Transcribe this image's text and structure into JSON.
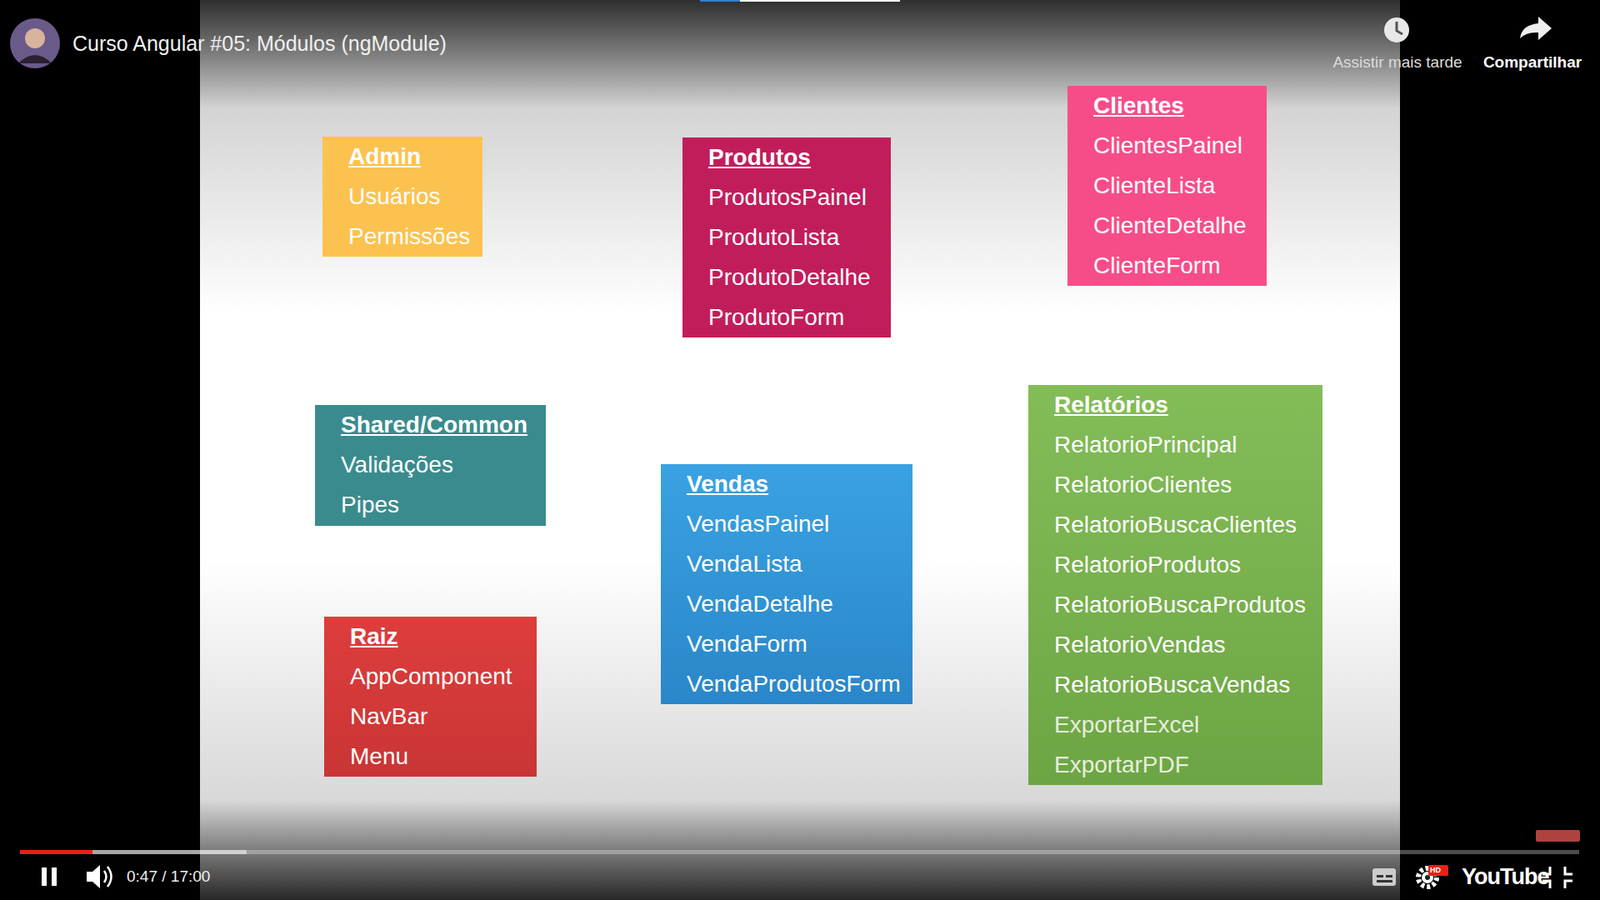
{
  "diagram": {
    "title": "Curso Angular #05: Módulos (ngModule)",
    "nodes": [
      {
        "text": [
          "Admin",
          "Usuários",
          "Permissões"
        ]
      },
      {
        "text": [
          "Produtos",
          "ProdutosPainel",
          "ProdutoLista",
          "ProdutoDetalhe",
          "ProdutoForm"
        ]
      },
      {
        "text": [
          "Clientes",
          "ClientesPainel",
          "ClienteLista",
          "ClienteDetalhe",
          "ClienteForm"
        ]
      },
      {
        "text": [
          "Shared/Common",
          "Validações",
          "Pipes"
        ]
      },
      {
        "text": [
          "Vendas",
          "VendasPainel",
          "VendaLista",
          "VendaDetalhe",
          "VendaForm",
          "VendaProdutosForm"
        ]
      },
      {
        "text": [
          "Relatórios",
          "RelatorioPrincipal",
          "RelatorioClientes",
          "RelatorioBuscaClientes",
          "RelatorioProdutos",
          "RelatorioBuscaProdutos",
          "RelatorioVendas",
          "RelatorioBuscaVendas",
          "ExportarExcel",
          "ExportarPDF"
        ]
      },
      {
        "text": [
          "Raiz",
          "AppComponent",
          "NavBar",
          "Menu"
        ]
      }
    ],
    "labels": [
      "Assistir mais tarde",
      "Compartilhar",
      "0:47 / 17:00",
      "HD",
      "YouTube"
    ]
  }
}
